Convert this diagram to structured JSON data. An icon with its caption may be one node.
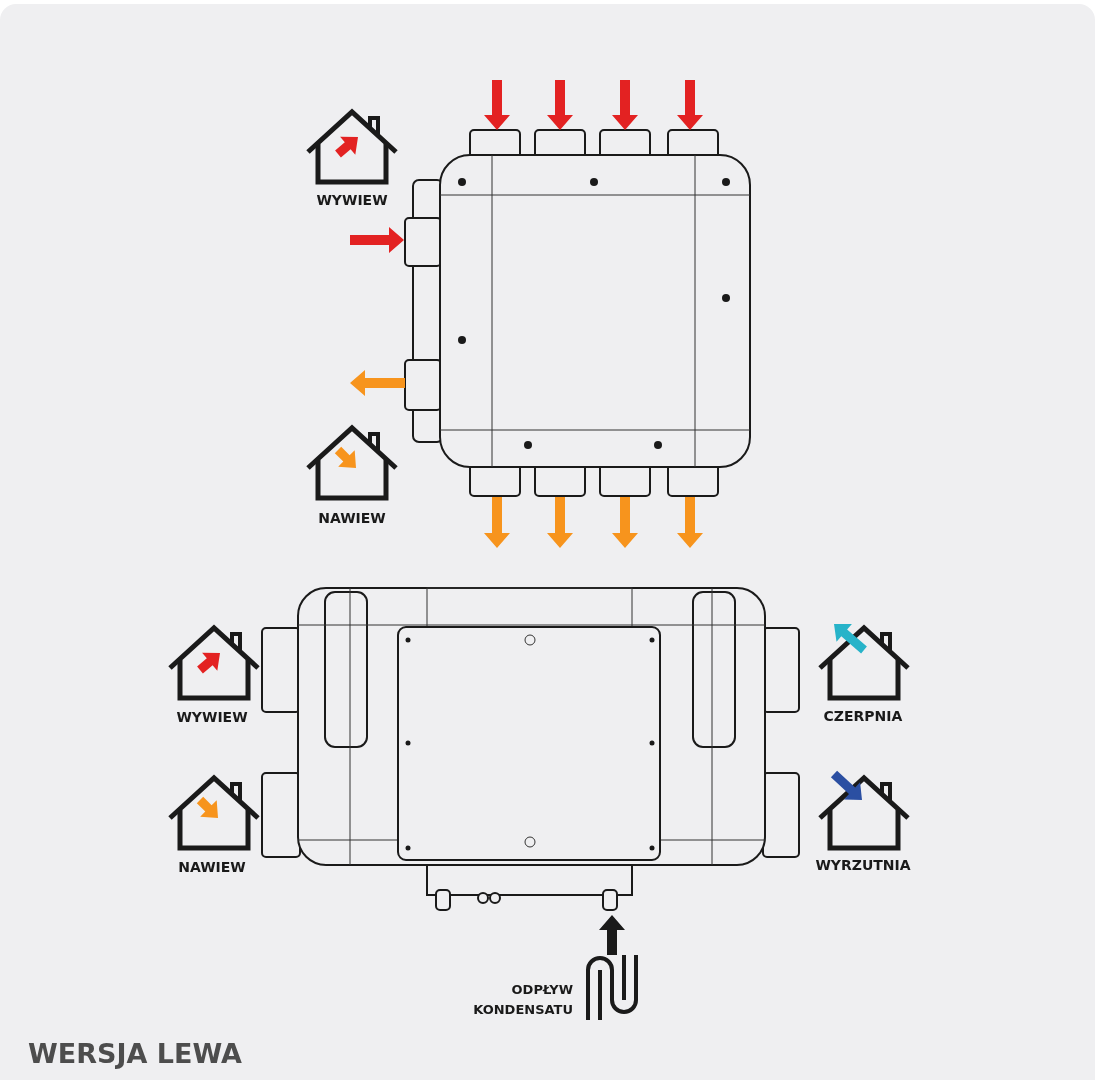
{
  "diagram": {
    "caption": "WERSJA LEWA",
    "labels": [
      "WYWIEW",
      "NAWIEW",
      "WYWIEW",
      "NAWIEW",
      "CZERPNIA",
      "WYRZUTNIA",
      "ODPŁYW KONDENSATU"
    ]
  }
}
